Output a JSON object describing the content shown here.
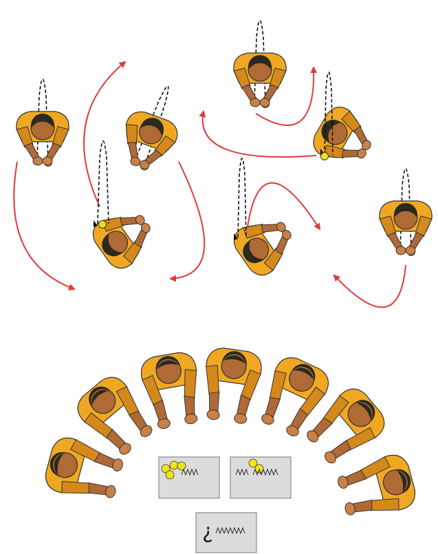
{
  "colors": {
    "shirt": "#f0a823",
    "shirt_dark": "#d4891a",
    "skin": "#b06a36",
    "skin_light": "#c98146",
    "hair": "#2a2a1e",
    "ball": "#f2e21b",
    "arrow": "#e0393b",
    "card_fill": "#dcdcdc",
    "card_stroke": "#777777",
    "outline": "#333333"
  },
  "top_scene": {
    "description_icon": "juggling-players-icon"
  },
  "bottom_scene": {
    "cards": [
      {
        "balls": 4,
        "squiggle": true,
        "prefix": ""
      },
      {
        "balls": 2,
        "squiggle": true,
        "prefix": ""
      },
      {
        "balls": 0,
        "squiggle": true,
        "prefix": "¿"
      }
    ]
  }
}
